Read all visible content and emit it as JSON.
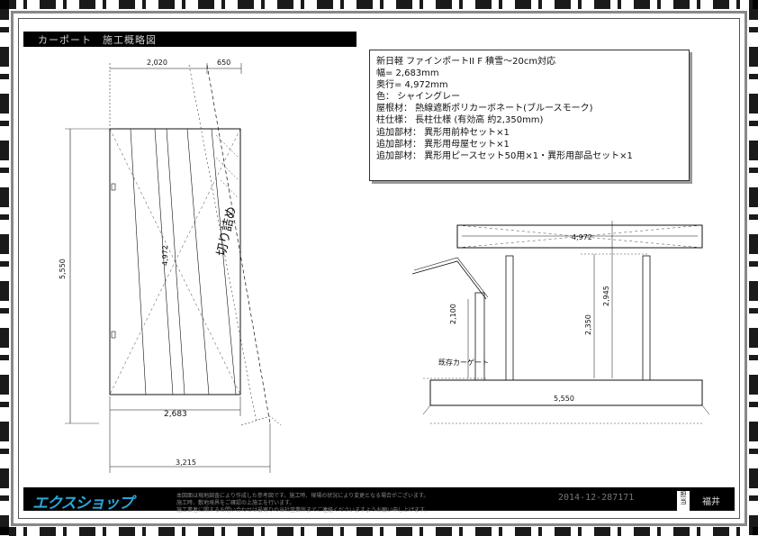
{
  "header": {
    "title": "カーポート　施工概略図"
  },
  "spec": {
    "lines": [
      "新日軽 ファインポートII F 積雪〜20cm対応",
      "幅= 2,683mm",
      "奥行= 4,972mm",
      "色： シャイングレー",
      "屋根材： 熱線遮断ポリカーボネート(ブルースモーク)",
      "柱仕様： 長柱仕様 (有効高 約2,350mm)",
      "追加部材： 異形用前枠セット×1",
      "追加部材： 異形用母屋セット×1",
      "追加部材： 異形用ピースセット50用×1・異形用部品セット×1"
    ]
  },
  "plan": {
    "dim_top_left": "2,020",
    "dim_top_right": "650",
    "dim_left": "5,550",
    "dim_diag": "4,972",
    "dim_bottom": "2,683",
    "dim_bottom_total": "3,215",
    "cut_note": "切り詰め"
  },
  "elevation": {
    "dim_roof": "4,972",
    "dim_left_height": "2,100",
    "dim_mid_height": "2,350",
    "dim_right_height": "2,945",
    "dim_base": "5,550",
    "existing_label": "既存カーゲート"
  },
  "footer": {
    "logo": "エクスショップ",
    "notice_1": "本図面は現地調査により作成した参考図です。施工時、現場の状況により変更となる場合がございます。",
    "notice_2": "施工時、敷地境界をご確認の上施工を行います。",
    "notice_3": "施工業者に関するお問い合わせは最寄りの当社営業所までご連絡くださいますようお願い申し上げます。",
    "code": "2014-12-287171",
    "staff_label": "担当",
    "staff_name": "福井"
  },
  "colors": {
    "logo": "#29a6d8",
    "frame": "#888888"
  }
}
